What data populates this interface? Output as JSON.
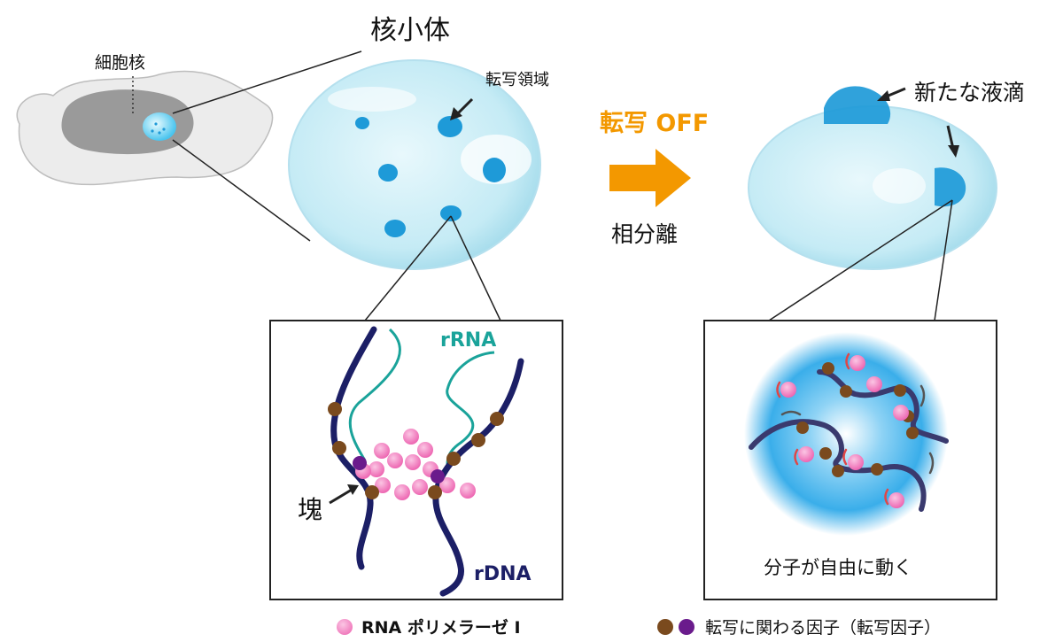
{
  "labels": {
    "nucleus": "細胞核",
    "nucleolus": "核小体",
    "transcription_region": "転写領域",
    "transcription_off": "転写 OFF",
    "phase_separation": "相分離",
    "new_droplet": "新たな液滴",
    "rrna": "rRNA",
    "rdna": "rDNA",
    "cluster": "塊",
    "molecules_move": "分子が自由に動く"
  },
  "legend": {
    "pol1": "RNA ポリメラーゼ I",
    "factors": "転写に関わる因子（転写因子）"
  },
  "colors": {
    "arrow_orange": "#f39800",
    "droplet_light": "#c9ecf6",
    "spot_blue": "#1e9ad8",
    "dna_navy": "#1c1f66",
    "rrna_teal": "#1aa39a",
    "pol_pink": "#f06fb8",
    "factor_brown": "#7a4a1e",
    "factor_purple": "#6a1b8c"
  }
}
